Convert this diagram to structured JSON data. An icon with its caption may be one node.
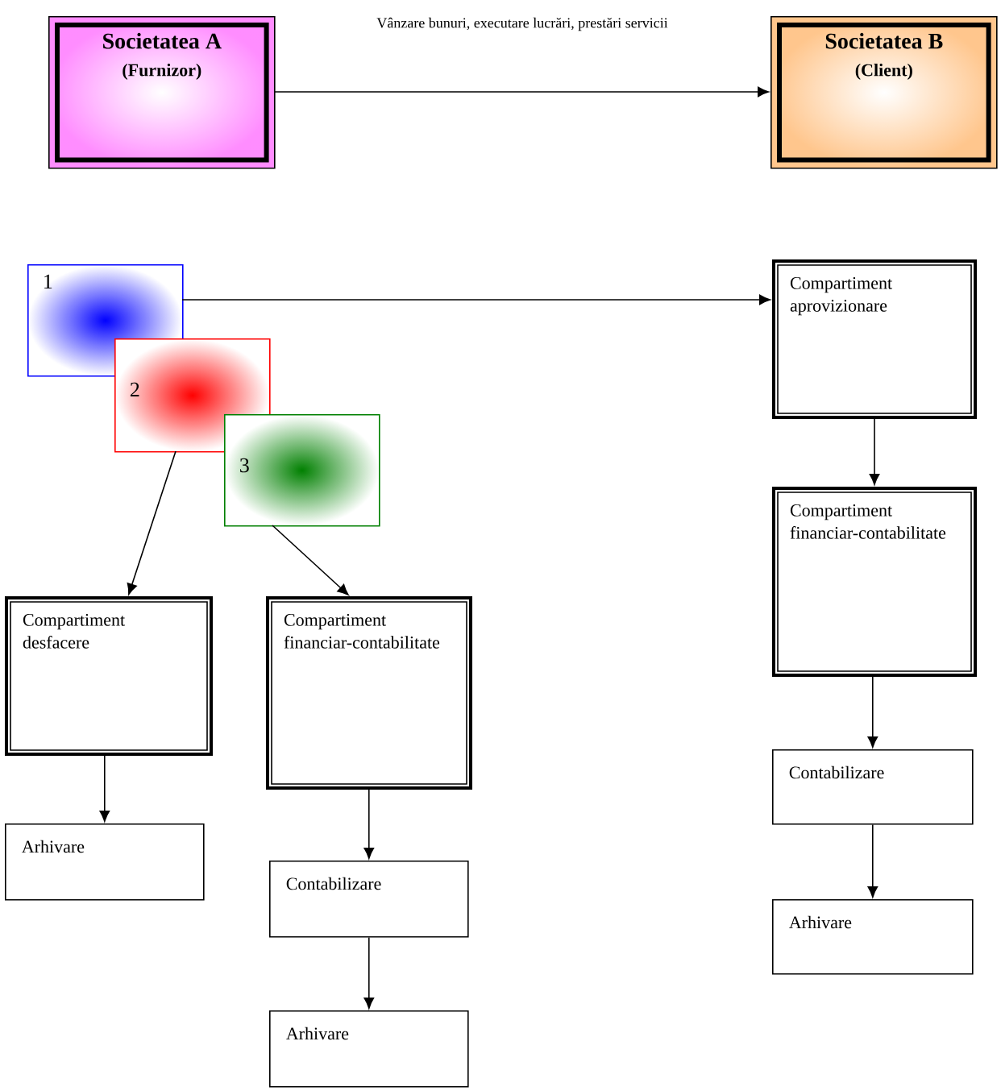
{
  "diagram": {
    "nodes": [
      {
        "text": [
          "Societatea A",
          "(Furnizor)"
        ]
      },
      {
        "text": [
          "Societatea B",
          "(Client)"
        ]
      },
      {
        "text": [
          "1"
        ]
      },
      {
        "text": [
          "2"
        ]
      },
      {
        "text": [
          "3"
        ]
      },
      {
        "text": [
          "Compartiment aprovizionare"
        ]
      },
      {
        "text": [
          "Compartiment financiar-contabilitate"
        ]
      },
      {
        "text": [
          "Contabilizare"
        ]
      },
      {
        "text": [
          "Arhivare"
        ]
      },
      {
        "text": [
          "Compartiment desfacere"
        ]
      },
      {
        "text": [
          "Compartiment financiar-contabilitate"
        ]
      },
      {
        "text": [
          "Arhivare"
        ]
      },
      {
        "text": [
          "Contabilizare"
        ]
      },
      {
        "text": [
          "Arhivare"
        ]
      }
    ],
    "edges": [
      {
        "from": 0,
        "to": 1,
        "arrow": "to",
        "label": "Vânzare bunuri, executare lucrări, prestări servicii"
      },
      {
        "from": 2,
        "to": 5,
        "arrow": "to"
      },
      {
        "from": 3,
        "to": 9,
        "arrow": "to"
      },
      {
        "from": 4,
        "to": 10,
        "arrow": "to"
      },
      {
        "from": 5,
        "to": 6,
        "arrow": "to"
      },
      {
        "from": 6,
        "to": 7,
        "arrow": "to"
      },
      {
        "from": 7,
        "to": 8,
        "arrow": "to"
      },
      {
        "from": 9,
        "to": 11,
        "arrow": "to"
      },
      {
        "from": 10,
        "to": 12,
        "arrow": "to"
      },
      {
        "from": 12,
        "to": 13,
        "arrow": "to"
      }
    ]
  }
}
